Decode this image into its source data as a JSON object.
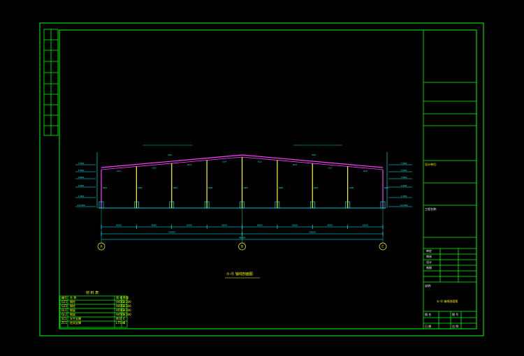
{
  "drawing": {
    "title": "①-⑬ 轴线剖面图",
    "main_dimension": "48000",
    "half_dimensions": [
      "24000",
      "24000"
    ],
    "bay_dimensions": [
      "6000",
      "6000",
      "6000",
      "6000",
      "6000",
      "6000",
      "6000",
      "6000"
    ],
    "axes": [
      "A",
      "B",
      "C"
    ],
    "elevation_labels": [
      "7.500",
      "5.500",
      "3.600",
      "2.400",
      "1.200",
      "±0.000"
    ],
    "column_labels": [
      "GZ1",
      "GZ2",
      "GZ3",
      "GZ4",
      "GZ5",
      "GZ6",
      "GZ7",
      "GZ8",
      "GZ9"
    ],
    "beam_labels": [
      "GL1",
      "GL2",
      "GL3",
      "GL4",
      "GL5",
      "GL6",
      "GL7",
      "GL8"
    ],
    "roof_notes": [
      "300",
      "300"
    ]
  },
  "material_table": {
    "header": "材 料 表",
    "columns": [
      "编号",
      "名 称",
      "规 格",
      "数量"
    ],
    "rows": [
      [
        "GZ1",
        "钢柱",
        "H400×200",
        "2"
      ],
      [
        "GZ2",
        "钢柱",
        "H400×200",
        "2"
      ],
      [
        "GL1",
        "钢梁",
        "H500×200",
        "2"
      ],
      [
        "GL2",
        "钢梁",
        "H450×200",
        "2"
      ],
      [
        "SC1",
        "水平支撑",
        "Φ20",
        "4"
      ],
      [
        "ZC1",
        "柱间支撑",
        "L75×6",
        "4"
      ]
    ]
  },
  "title_block": {
    "notes_label": "说明:",
    "project_label": "工程名称:",
    "designer_label": "设计单位:",
    "approved_label": "审定",
    "check_label": "审核",
    "design_label": "设计",
    "draw_label": "制图",
    "drawing_name_label": "图 名",
    "drawing_name": "①-⑬ 轴线剖面图",
    "drawing_no_label": "图 号",
    "date_label": "日 期",
    "scale_label": "比 例"
  }
}
